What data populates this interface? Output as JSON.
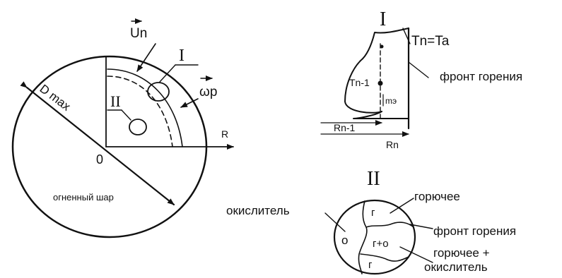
{
  "fireball": {
    "dmax": "D max",
    "center": "0",
    "axis": "R",
    "un": "Un",
    "wp": "ωp",
    "zone1": "I",
    "zone2": "II",
    "caption": "огненный шар"
  },
  "detail1": {
    "roman": "I",
    "tn_ta": "Tn=Ta",
    "front": "фронт горения",
    "tn1": "Tn-1",
    "me": "mэ",
    "rn1": "Rn-1",
    "rn": "Rn"
  },
  "detail2": {
    "roman": "II",
    "fuel": "горючее",
    "oxidizer": "окислитель",
    "front": "фронт горения",
    "mix_line1": "горючее +",
    "mix_line2": "окислитель",
    "g_top": "г",
    "g_bottom": "г",
    "o_left": "о",
    "g_plus_o": "г+о"
  }
}
